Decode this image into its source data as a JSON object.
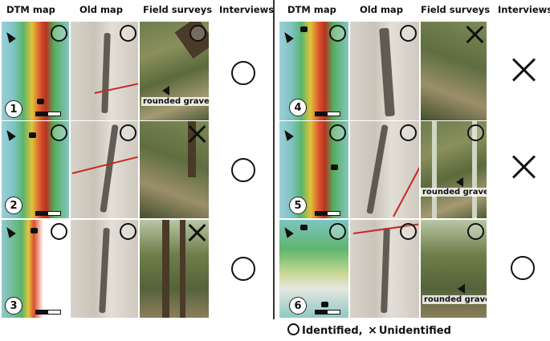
{
  "headers": {
    "dtm": "DTM map",
    "oldmap": "Old map",
    "field": "Field surveys",
    "interviews": "Interviews"
  },
  "rows": [
    {
      "id": "1",
      "dtm": "identified",
      "oldmap": "identified",
      "field": "identified",
      "interviews": "identified",
      "field_label": "rounded gravels"
    },
    {
      "id": "2",
      "dtm": "identified",
      "oldmap": "identified",
      "field": "unidentified",
      "interviews": "identified"
    },
    {
      "id": "3",
      "dtm": "identified",
      "oldmap": "identified",
      "field": "unidentified",
      "interviews": "identified"
    },
    {
      "id": "4",
      "dtm": "identified",
      "oldmap": "identified",
      "field": "unidentified",
      "interviews": "unidentified"
    },
    {
      "id": "5",
      "dtm": "identified",
      "oldmap": "identified",
      "field": "identified",
      "interviews": "unidentified",
      "field_label": "rounded gravels"
    },
    {
      "id": "6",
      "dtm": "identified",
      "oldmap": "identified",
      "field": "identified",
      "interviews": "identified",
      "field_label": "rounded gravels"
    }
  ],
  "legend": {
    "identified_label": "Identified,",
    "unidentified_symbol": "×",
    "unidentified_label": "Unidentified"
  },
  "icons": {
    "identified": "circle-icon",
    "unidentified": "cross-icon",
    "north": "north-arrow-icon",
    "camera": "camera-icon",
    "pointer": "triangle-pointer-icon"
  },
  "colors": {
    "marker": "#111111",
    "river_line": "#c8281f"
  }
}
